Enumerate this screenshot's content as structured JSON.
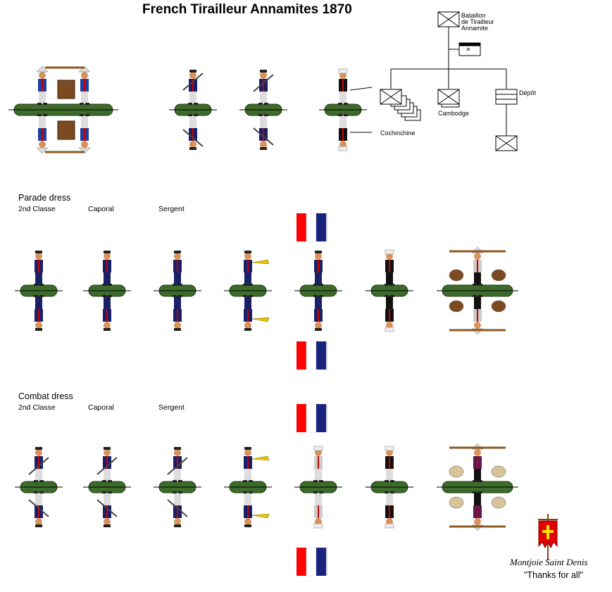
{
  "title": "French Tirailleur Annamites 1870",
  "org": {
    "battalion": [
      "Bataillon",
      "de Tirailleur",
      "Annamite"
    ],
    "cochinchine": "Cochinchine",
    "cambodge": "Cambodge",
    "depot": "Dépôt"
  },
  "parade": {
    "heading": "Parade dress",
    "ranks": [
      "2nd Classe",
      "Caporal",
      "Sergent"
    ]
  },
  "combat": {
    "heading": "Combat dress",
    "ranks": [
      "2nd Classe",
      "Caporal",
      "Sergent"
    ]
  },
  "credit": {
    "signature": "Montjoie Saint Denis",
    "thanks": "\"Thanks for all\""
  },
  "colors": {
    "base": "#3d6b2c",
    "navy": "#1a2068",
    "flag_blue": "#1a237e",
    "flag_red": "#ff0000",
    "skin": "#d9935a",
    "white_trousers": "#e6e6e6"
  }
}
